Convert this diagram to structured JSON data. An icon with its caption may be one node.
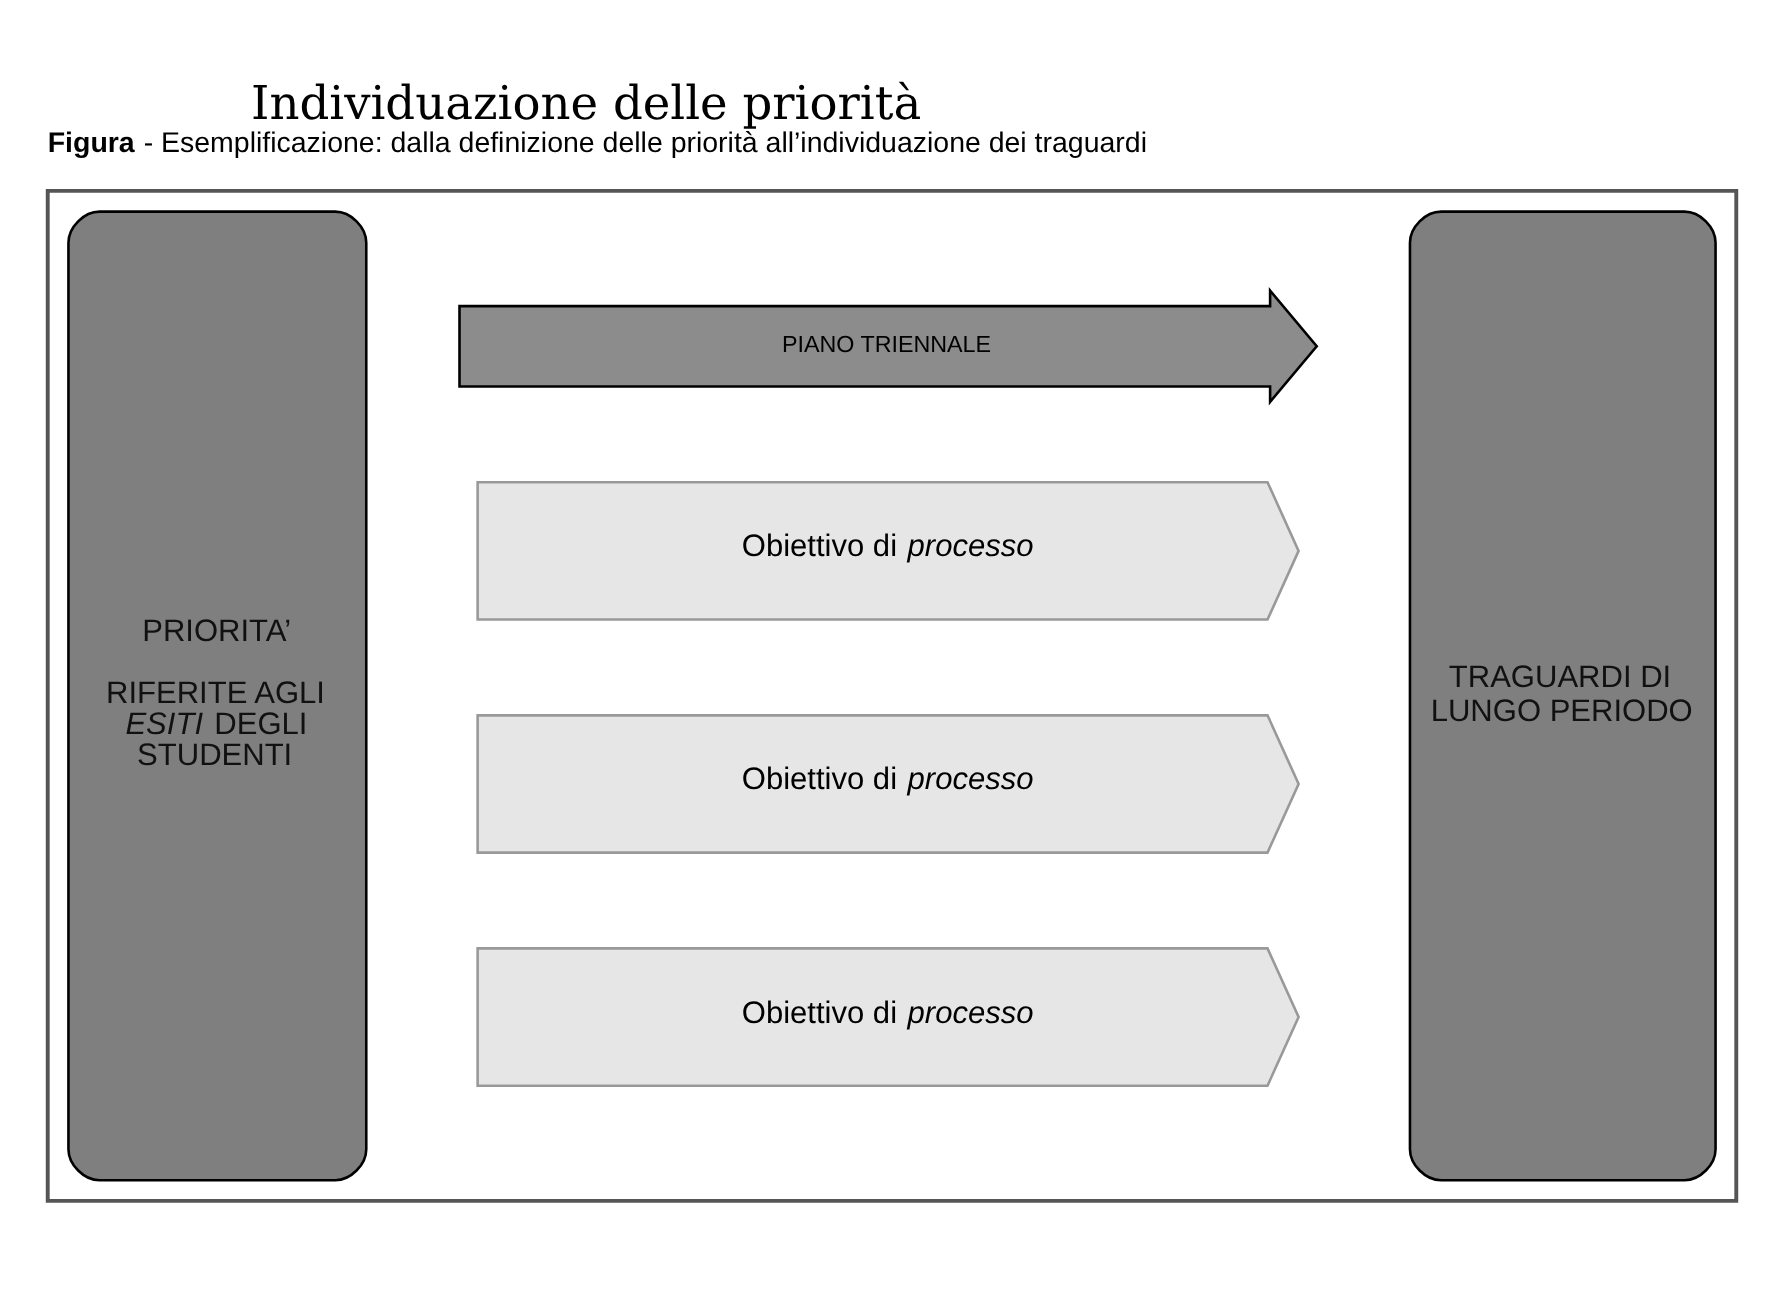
{
  "diagram": {
    "title": "Individuazione delle priorità",
    "caption": "**Figura** - Esemplificazione: dalla definizione delle priorità all’individuazione dei traguardi",
    "nodes": [
      {
        "text": [],
        "shape": "box"
      },
      {
        "text": [
          "PRIORITA’",
          "RIFERITE AGLI *ESITI* DEGLI STUDENTI"
        ],
        "in": 0
      },
      {
        "text": [
          "PIANO TRIENNALE"
        ],
        "in": 0
      },
      {
        "text": [
          "Obiettivo di *processo*"
        ],
        "in": 0
      },
      {
        "text": [
          "Obiettivo di *processo*"
        ],
        "in": 0
      },
      {
        "text": [
          "Obiettivo di *processo*"
        ],
        "in": 0
      },
      {
        "text": [
          "TRAGUARDI DI LUNGO PERIODO"
        ],
        "in": 0
      }
    ]
  }
}
